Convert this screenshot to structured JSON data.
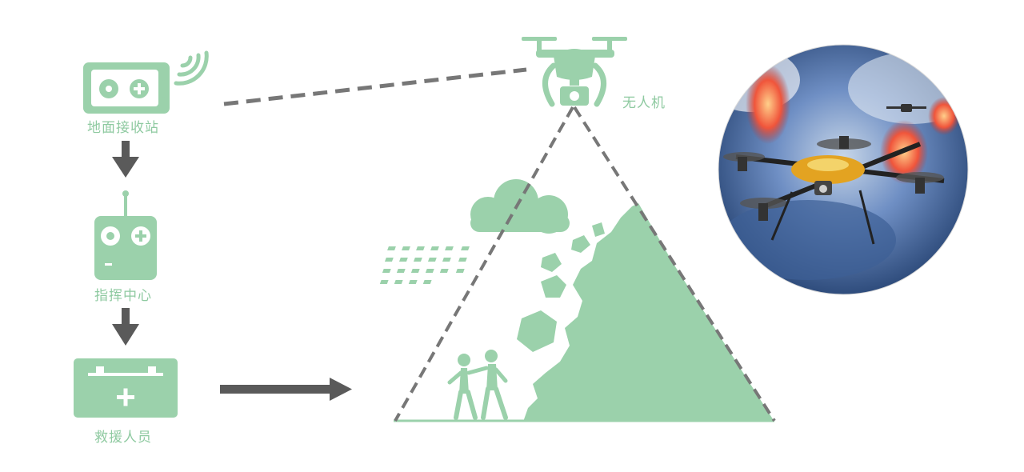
{
  "nodes": {
    "ground_station": {
      "label": "地面接收站",
      "icon": "controller-tablet-icon"
    },
    "command_center": {
      "label": "指挥中心",
      "icon": "remote-controller-icon"
    },
    "rescue_team": {
      "label": "救援人员",
      "icon": "first-aid-kit-icon"
    },
    "drone": {
      "label": "无人机",
      "icon": "quadcopter-drone-icon"
    }
  },
  "scene": {
    "elements": [
      "storm-cloud-icon",
      "falling-rocks-icon",
      "mountain-icon",
      "hikers-icon"
    ],
    "photo": "drone-over-volcano-photo"
  },
  "colors": {
    "accent_green": "#9bd1ab",
    "label_green": "#8fcaa1",
    "arrow_gray": "#5a5a5a",
    "dash_gray": "#777777"
  }
}
